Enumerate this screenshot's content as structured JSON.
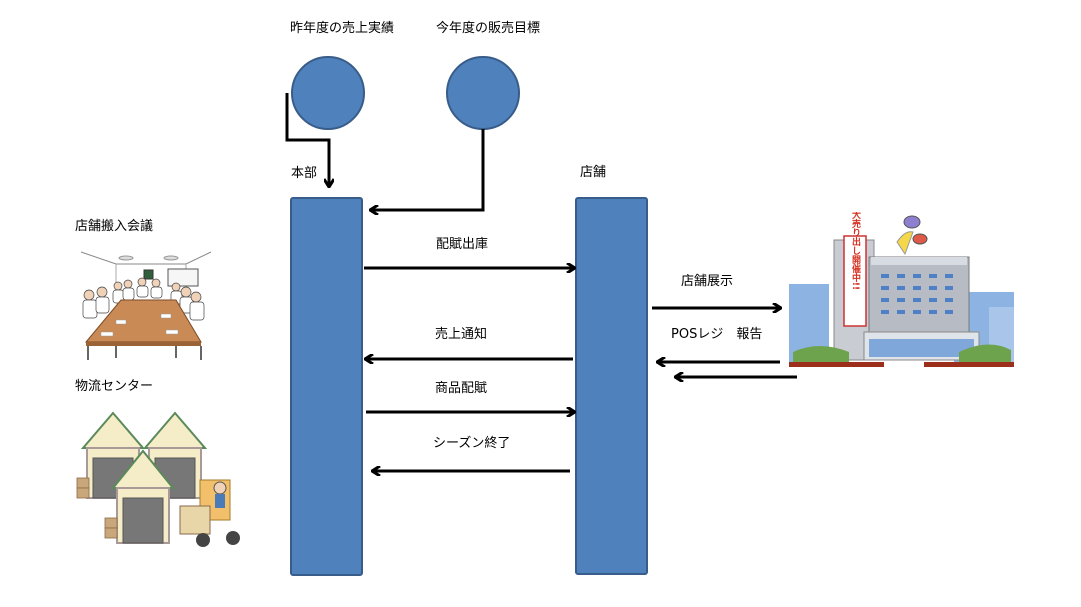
{
  "colors": {
    "shape_fill": "#4F81BD",
    "shape_stroke": "#385D8A",
    "arrow": "#000000"
  },
  "inputs": {
    "last_year_sales": "昨年度の売上実績",
    "this_year_target": "今年度の販売目標"
  },
  "lanes": {
    "headquarters": "本部",
    "store": "店舗"
  },
  "messages": {
    "allocation_shipping": "配賦出庫",
    "sales_notice": "売上通知",
    "product_allocation": "商品配賦",
    "season_end": "シーズン終了",
    "store_display": "店舗展示",
    "pos_report": "POSレジ　報告"
  },
  "side_panels": {
    "meeting": "店舗搬入会議",
    "logistics": "物流センター"
  },
  "store_image": {
    "banner_text": "大売り出し開催中!!"
  }
}
